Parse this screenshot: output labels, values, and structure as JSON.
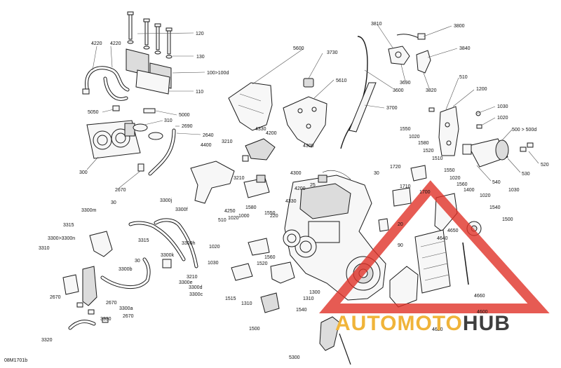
{
  "diagram": {
    "document_code": "08M1701b",
    "callouts": [
      "120",
      "130",
      "100>100d",
      "110",
      "4220",
      "4220",
      "5050",
      "5000",
      "310",
      "2690",
      "2640",
      "300",
      "2670",
      "5600",
      "3730",
      "5610",
      "3700",
      "3810",
      "3800",
      "3840",
      "3690",
      "3820",
      "3600",
      "510",
      "1200",
      "1030",
      "1020",
      "500 > 500d",
      "520",
      "530",
      "540",
      "4330",
      "4200",
      "4300",
      "3210",
      "4400",
      "3210",
      "4250",
      "1580",
      "4200",
      "4330",
      "4300",
      "25",
      "30",
      "1550",
      "1020",
      "1580",
      "1520",
      "1510",
      "1720",
      "1710",
      "1550",
      "1020",
      "1560",
      "1400",
      "1030",
      "1020",
      "1540",
      "1500",
      "4650",
      "4640",
      "4660",
      "4600",
      "4620",
      "1700",
      "20",
      "90",
      "1550",
      "510",
      "1020",
      "1000",
      "220",
      "1560",
      "1020",
      "1030",
      "1515",
      "1310",
      "1520",
      "1300",
      "1310",
      "1540",
      "1500",
      "5300",
      "3300j",
      "3300f",
      "30",
      "3300m",
      "3315",
      "3300>3300n",
      "3315",
      "3310",
      "30",
      "3300h",
      "3300k",
      "3210",
      "3300e",
      "3300d",
      "3300c",
      "3300b",
      "3300a",
      "2670",
      "2670",
      "3330",
      "2670",
      "3320"
    ]
  },
  "watermark": {
    "word_part1": "AUTOMOTO",
    "word_part2": "HUB",
    "colors": {
      "triangle": "#e03228",
      "part1": "#f0b43a",
      "part2": "#3e3e3e"
    }
  }
}
